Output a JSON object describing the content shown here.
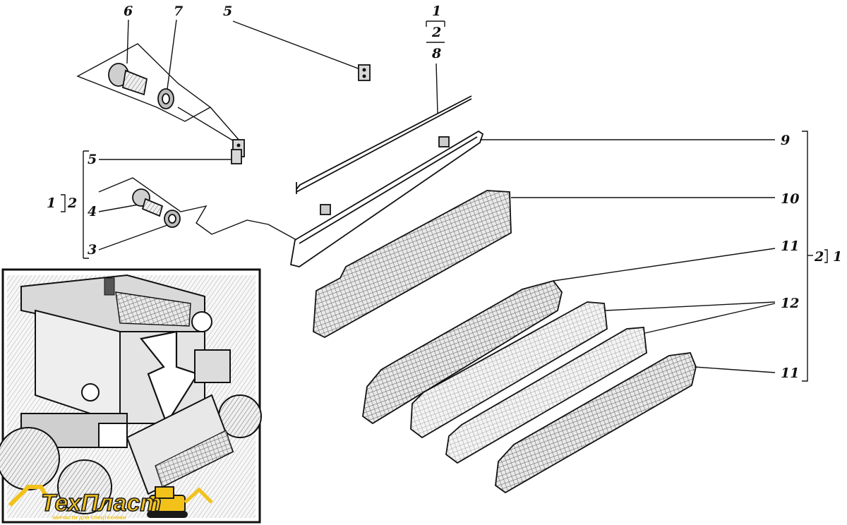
{
  "callouts": {
    "c6": "6",
    "c7": "7",
    "c5_top": "5",
    "c1_top": "1",
    "c2_top": "2",
    "c8_top": "8",
    "c5_left": "5",
    "c2_left": "2",
    "c4_left": "4",
    "c3_left": "3",
    "c1_left": "1",
    "c9": "9",
    "c10": "10",
    "c11_upper": "11",
    "c12": "12",
    "c11_lower": "11",
    "c2_right": "2",
    "c1_right": "1"
  },
  "logo": {
    "name": "ТехПласт",
    "tagline": "запчасти для спецтехники"
  },
  "colors": {
    "ink": "#111111",
    "logo_yellow": "#f2c21b",
    "logo_outline": "#1a1a1a"
  },
  "icons": [
    "bolt-icon",
    "washer-icon",
    "clip-icon",
    "wire-rod-icon",
    "frame-icon",
    "filter-panel-icon",
    "loader-cab-icon",
    "excavator-logo-icon"
  ]
}
